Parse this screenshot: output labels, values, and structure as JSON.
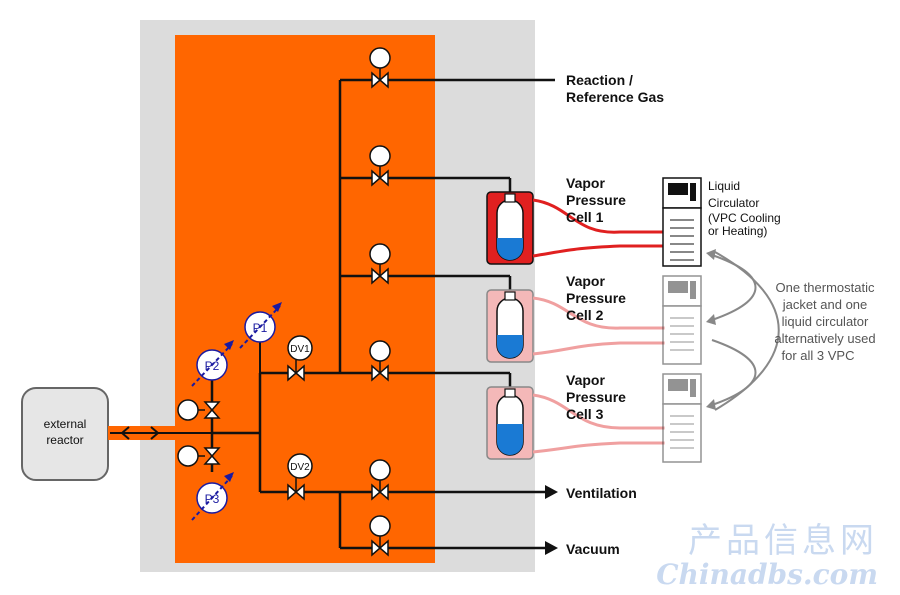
{
  "labels": {
    "external_reactor_line1": "external",
    "external_reactor_line2": "reactor",
    "reaction_gas_line1": "Reaction /",
    "reaction_gas_line2": "Reference Gas",
    "vpc1_line1": "Vapor",
    "vpc1_line2": "Pressure",
    "vpc1_line3": "Cell 1",
    "vpc2_line1": "Vapor",
    "vpc2_line2": "Pressure",
    "vpc2_line3": "Cell 2",
    "vpc3_line1": "Vapor",
    "vpc3_line2": "Pressure",
    "vpc3_line3": "Cell 3",
    "circulator_line1": "Liquid",
    "circulator_line2": "Circulator",
    "circulator_line3": "(VPC Cooling",
    "circulator_line4": "or Heating)",
    "ventilation": "Ventilation",
    "vacuum": "Vacuum",
    "note_line1": "One thermostatic",
    "note_line2": "jacket and one",
    "note_line3": "liquid circulator",
    "note_line4": "alternatively used",
    "note_line5": "for all 3 VPC"
  },
  "gauges": {
    "p1": "P1",
    "p2": "P2",
    "p3": "P3",
    "dv1": "DV1",
    "dv2": "DV2"
  },
  "watermark": {
    "line1": "产品信息网",
    "line2": "Chinadbs.com"
  },
  "colors": {
    "panel_orange": "#ff6600",
    "background_gray": "#dcdcdc",
    "hot_red": "#e02020",
    "faded_red": "#f0a0a0",
    "liquid_blue": "#1a7ad4",
    "gauge_blue": "#1a1aa0"
  }
}
